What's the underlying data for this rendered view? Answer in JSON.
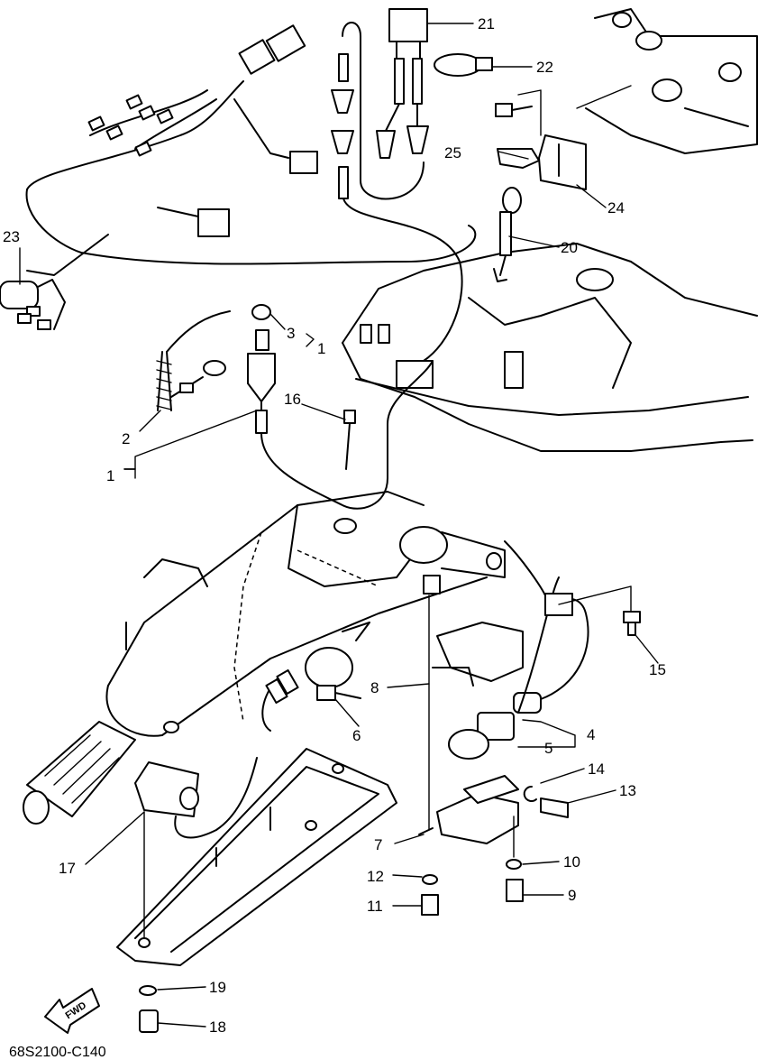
{
  "diagram_code": "68S2100-C140",
  "direction_arrow": {
    "text": "FWD",
    "icon": "fwd-arrow-icon"
  },
  "callouts": {
    "c1a": "1",
    "c1b": "1",
    "c2": "2",
    "c3": "3",
    "c4": "4",
    "c5": "5",
    "c6": "6",
    "c7": "7",
    "c8": "8",
    "c9": "9",
    "c10": "10",
    "c11": "11",
    "c12": "12",
    "c13": "13",
    "c14": "14",
    "c15": "15",
    "c16": "16",
    "c17": "17",
    "c18": "18",
    "c19": "19",
    "c20": "20",
    "c21": "21",
    "c22": "22",
    "c23": "23",
    "c24": "24",
    "c25": "25"
  }
}
